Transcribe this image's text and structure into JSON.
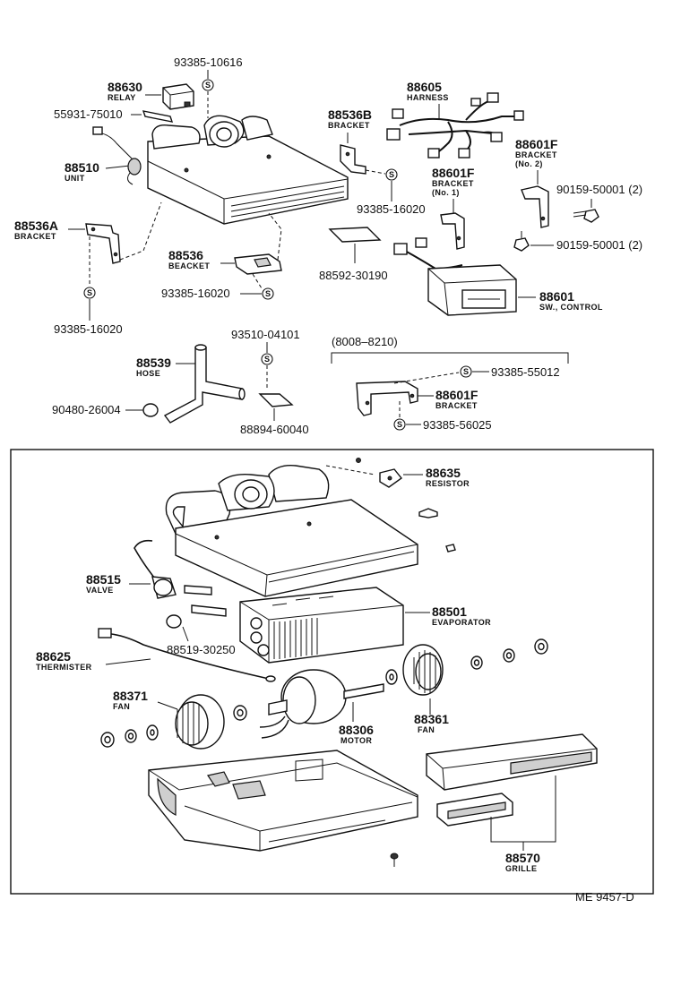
{
  "top": {
    "relay": {
      "code": "88630",
      "name": "RELAY"
    },
    "relay_screw": "93385-10616",
    "relay_plate": "55931-75010",
    "unit": {
      "code": "88510",
      "name": "UNIT"
    },
    "bracket_a": {
      "code": "88536A",
      "name": "BRACKET"
    },
    "bracket_a_screw": "93385-16020",
    "bracket_c": {
      "code": "88536",
      "name": "BEACKET"
    },
    "bracket_c_screw": "93385-16020",
    "bracket_b": {
      "code": "88536B",
      "name": "BRACKET"
    },
    "bracket_b_screw": "93385-16020",
    "harness": {
      "code": "88605",
      "name": "HARNESS"
    },
    "bracket_no1": {
      "code": "88601F",
      "name": "BRACKET",
      "note": "(No. 1)"
    },
    "bracket_no2": {
      "code": "88601F",
      "name": "BRACKET",
      "note": "(No. 2)"
    },
    "bolt_1": "90159-50001 (2)",
    "bolt_2": "90159-50001 (2)",
    "pad": "88592-30190",
    "control": {
      "code": "88601",
      "name": "SW., CONTROL"
    },
    "hose": {
      "code": "88539",
      "name": "HOSE"
    },
    "hose_clip": "90480-26004",
    "screw_top": "93510-04101",
    "clip": "88894-60040",
    "date_range": "(8008–8210)",
    "bracket_range": {
      "code": "88601F",
      "name": "BRACKET"
    },
    "range_screw_1": "93385-55012",
    "range_screw_2": "93385-56025"
  },
  "bottom": {
    "resistor": {
      "code": "88635",
      "name": "RESISTOR"
    },
    "valve": {
      "code": "88515",
      "name": "VALVE"
    },
    "evaporator": {
      "code": "88501",
      "name": "EVAPORATOR"
    },
    "ring": "88519-30250",
    "thermister": {
      "code": "88625",
      "name": "THERMISTER"
    },
    "fan_left": {
      "code": "88371",
      "name": "FAN"
    },
    "fan_right": {
      "code": "88361",
      "name": "FAN"
    },
    "motor": {
      "code": "88306",
      "name": "MOTOR"
    },
    "grille": {
      "code": "88570",
      "name": "GRILLE"
    }
  },
  "screw_symbol": "S",
  "figure_code": "ME  9457-D"
}
